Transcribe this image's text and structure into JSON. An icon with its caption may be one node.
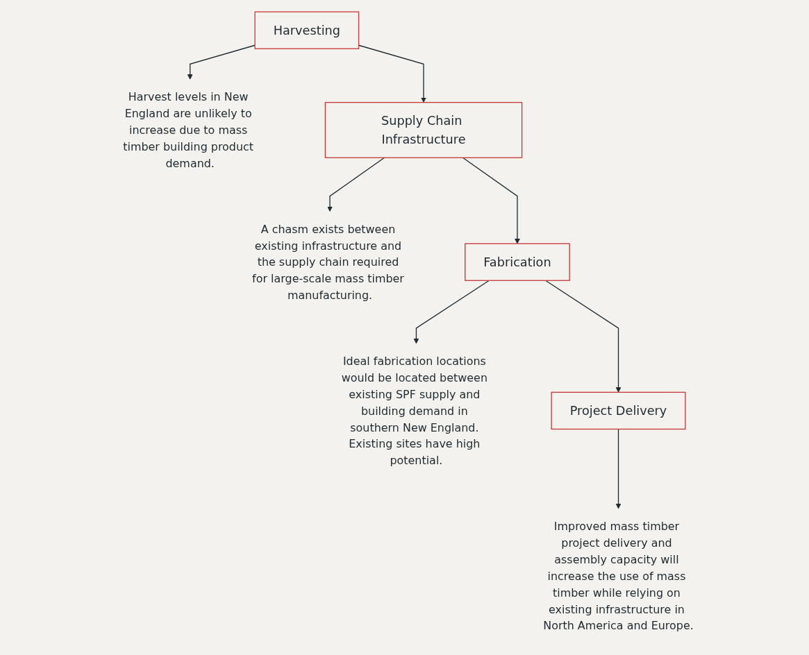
{
  "diagram": {
    "nodes": [
      {
        "text": [
          "Harvesting"
        ]
      },
      {
        "text": [
          "Harvest levels in New England are unlikely to increase due to mass timber building product demand."
        ]
      },
      {
        "text": [
          "Supply Chain Infrastructure"
        ]
      },
      {
        "text": [
          "A chasm exists between existing infrastructure and the supply chain required for large-scale mass timber manufacturing."
        ]
      },
      {
        "text": [
          "Fabrication"
        ]
      },
      {
        "text": [
          "Ideal fabrication locations would be located between existing SPF supply and building demand in southern New England. Existing sites have high potential."
        ]
      },
      {
        "text": [
          "Project Delivery"
        ]
      },
      {
        "text": [
          "Improved mass timber project delivery and assembly capacity will increase the use of mass timber while relying on existing infrastructure in North America and Europe."
        ]
      }
    ],
    "edges": [
      {
        "from": 0,
        "to": 1,
        "arrow": "to"
      },
      {
        "from": 0,
        "to": 2,
        "arrow": "to"
      },
      {
        "from": 2,
        "to": 3,
        "arrow": "to"
      },
      {
        "from": 2,
        "to": 4,
        "arrow": "to"
      },
      {
        "from": 4,
        "to": 5,
        "arrow": "to"
      },
      {
        "from": 4,
        "to": 6,
        "arrow": "to"
      },
      {
        "from": 6,
        "to": 7,
        "arrow": "to"
      }
    ]
  }
}
